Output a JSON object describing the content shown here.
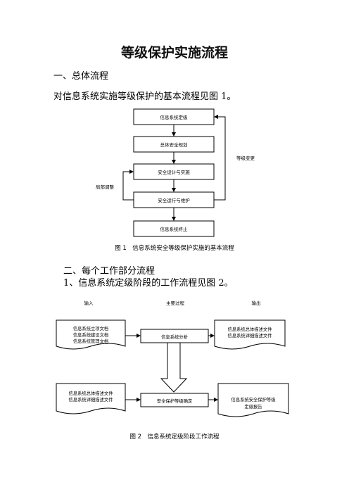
{
  "title": "等级保护实施流程",
  "sections": {
    "s1_heading": "一、总体流程",
    "s1_text": "对信息系统实施等级保护的基本流程见图 1。",
    "s2_heading": "二、每个工作部分流程",
    "s2_text": "1、信息系统定级阶段的工作流程见图 2。"
  },
  "figure1": {
    "boxes": [
      "信息系统定级",
      "总体安全规划",
      "安全设计与实施",
      "安全运行与维护",
      "信息系统终止"
    ],
    "label_left": "局部调整",
    "label_right": "等级变更",
    "caption": "图 1　信息系统安全等级保护实施的基本流程"
  },
  "figure2": {
    "col_input": "输入",
    "col_process": "主要过程",
    "col_output": "输出",
    "input1": [
      "信息系统立项文档",
      "信息系统建设文档",
      "信息系统管理文档"
    ],
    "process1": "信息系统分析",
    "output1": [
      "信息系统总体描述文件",
      "信息系统详细描述文件"
    ],
    "input2": [
      "信息系统总体描述文件",
      "信息系统详细描述文件"
    ],
    "process2": "安全保护等级确定",
    "output2": [
      "信息系统安全保护等级",
      "定级报告"
    ],
    "caption": "图 2　信息系统定级阶段工作流程"
  }
}
